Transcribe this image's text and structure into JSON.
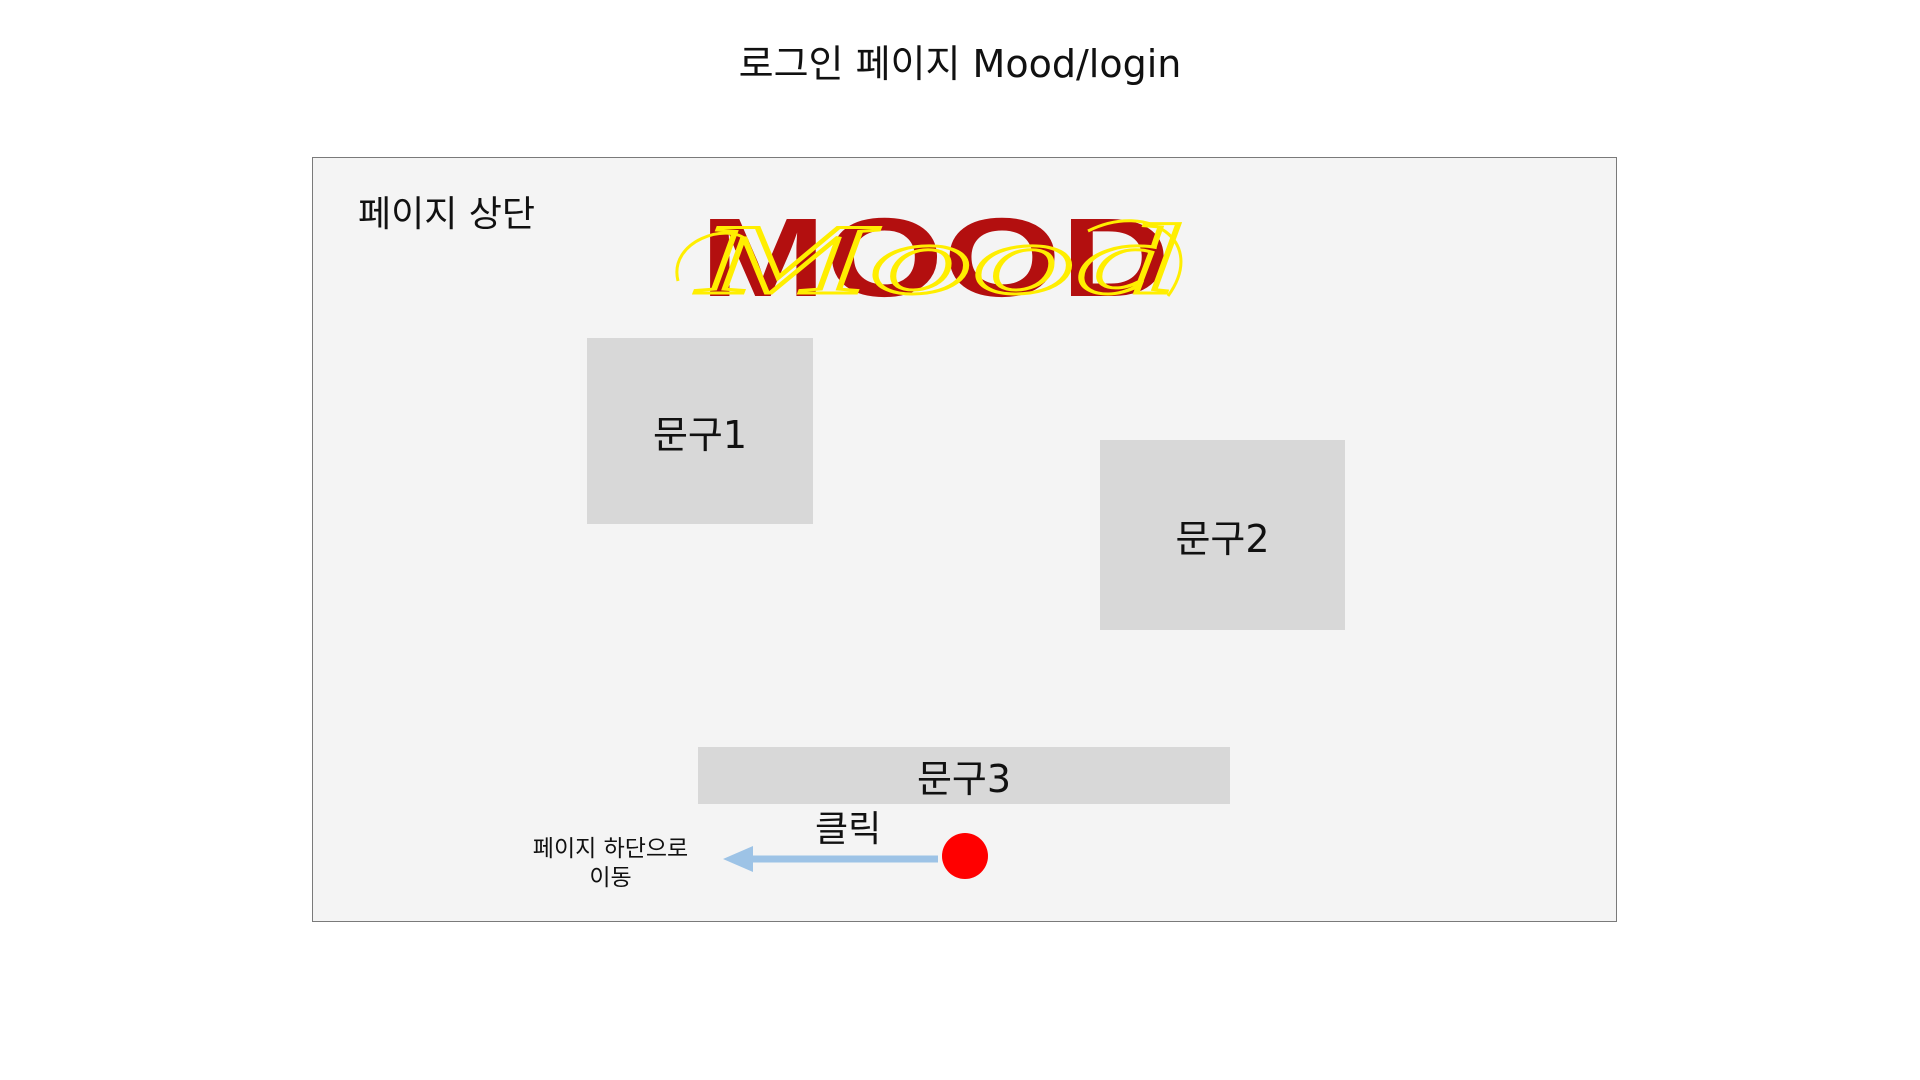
{
  "slide": {
    "title": "로그인 페이지 Mood/login"
  },
  "frame": {
    "section_label": "페이지 상단",
    "logo": {
      "text": "MOOD",
      "script_text": "Mood",
      "color": "#b30f0f",
      "script_color": "#ffee00"
    },
    "boxes": {
      "box1": "문구1",
      "box2": "문구2",
      "box3": "문구3"
    },
    "click_label": "클릭",
    "move_label_line1": "페이지 하단으로",
    "move_label_line2": "이동",
    "arrow_color": "#9dc3e6",
    "dot_color": "#ff0000"
  }
}
